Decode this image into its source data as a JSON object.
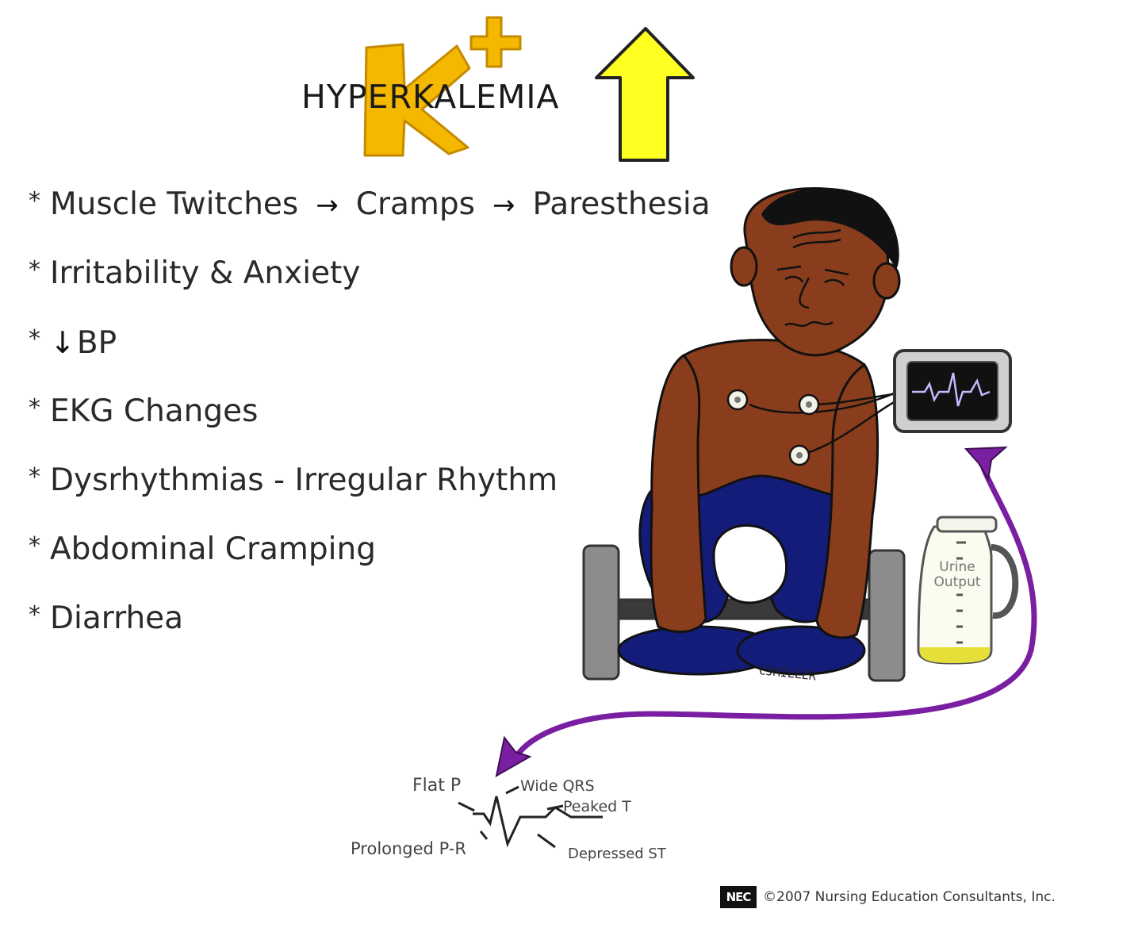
{
  "title": {
    "word": "HYPERKALEMIA",
    "ion_letter": "K",
    "ion_charge": "+"
  },
  "symptoms": {
    "star": "*",
    "line1": [
      "Muscle Twitches",
      "Cramps",
      "Paresthesia"
    ],
    "line1_arrow": "→",
    "irritability": "Irritability & Anxiety",
    "bp_arrow": "↓",
    "bp": "BP",
    "ekg": "EKG Changes",
    "dysrhythmias": "Dysrhythmias - Irregular Rhythm",
    "abdominal": "Abdominal Cramping",
    "diarrhea": "Diarrhea"
  },
  "illustration": {
    "urine_line1": "Urine",
    "urine_line2": "Output",
    "signature": "CJMILLER"
  },
  "ekg_labels": {
    "flat_p": "Flat P",
    "wide_qrs": "Wide QRS",
    "peaked_t": "Peaked T",
    "prolonged_pr": "Prolonged P-R",
    "depressed_st": "Depressed ST"
  },
  "footer": {
    "logo": "NEC",
    "copyright": "©2007 Nursing Education Consultants, Inc."
  },
  "colors": {
    "potassium_gold": "#f5b800",
    "up_arrow_yellow": "#ffff22",
    "skin": "#8a3d1c",
    "pants": "#141c7a",
    "urine_tube": "#7a1fa2",
    "monitor_screen": "#111111",
    "weight_gray": "#8c8c8c"
  }
}
